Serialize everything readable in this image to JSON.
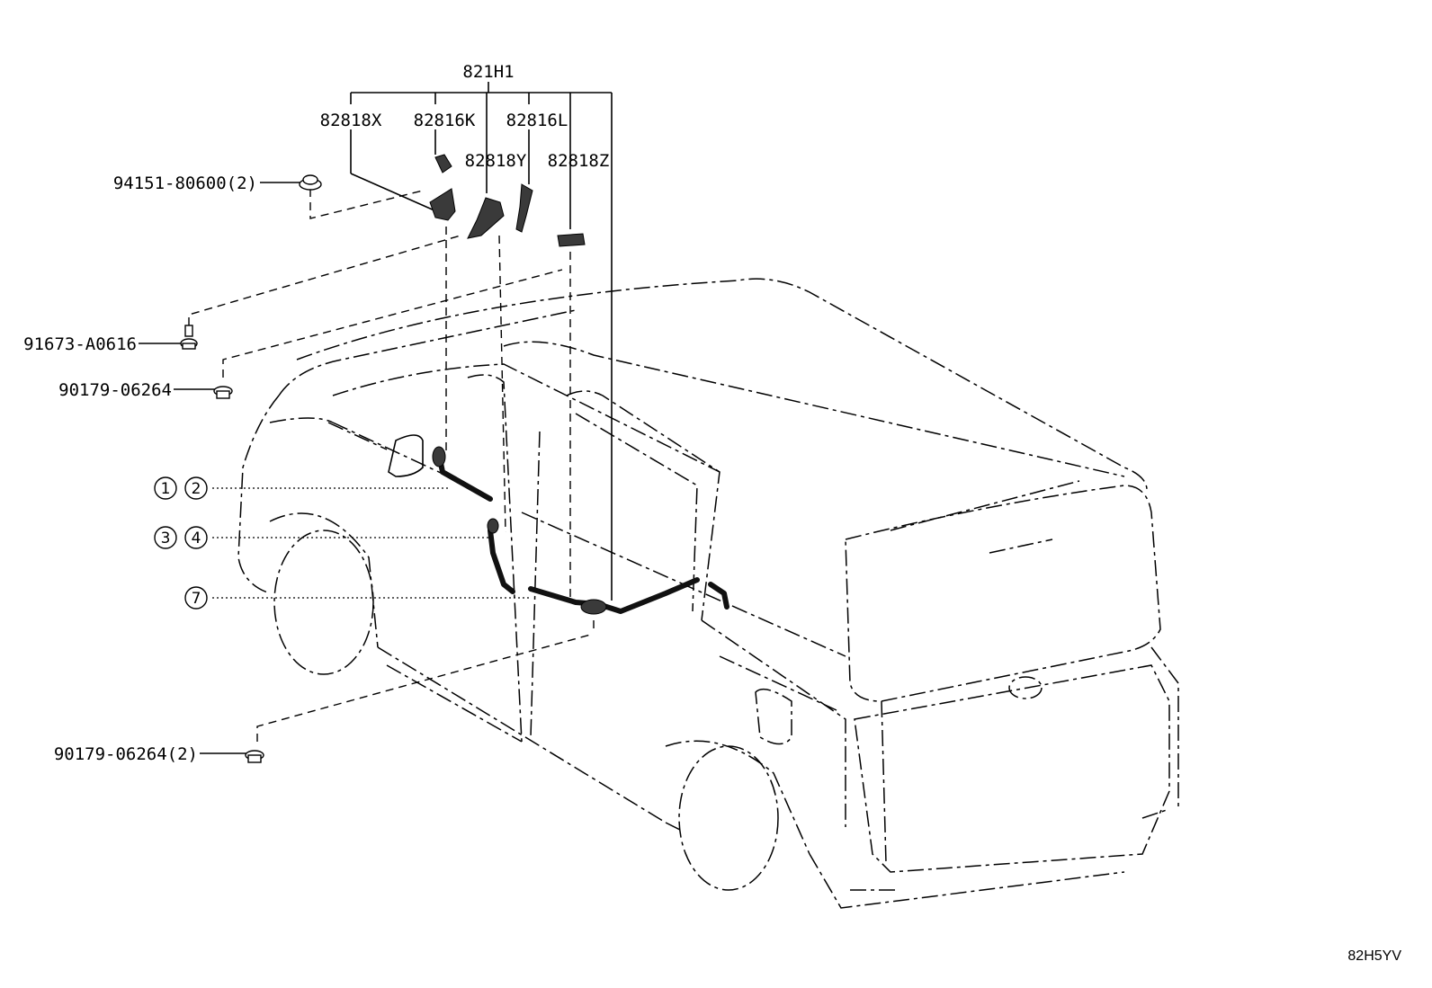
{
  "diagram": {
    "group_label": "821H1",
    "parts": [
      {
        "id": "82818X"
      },
      {
        "id": "82816K"
      },
      {
        "id": "82816L"
      },
      {
        "id": "82818Y"
      },
      {
        "id": "82818Z"
      }
    ],
    "fasteners": [
      {
        "label": "94151-80600(2)"
      },
      {
        "label": "91673-A0616"
      },
      {
        "label": "90179-06264"
      },
      {
        "label": "90179-06264(2)"
      }
    ],
    "connector_callouts": [
      "1",
      "2",
      "3",
      "4",
      "7"
    ],
    "sheet_code": "82H5YV"
  }
}
